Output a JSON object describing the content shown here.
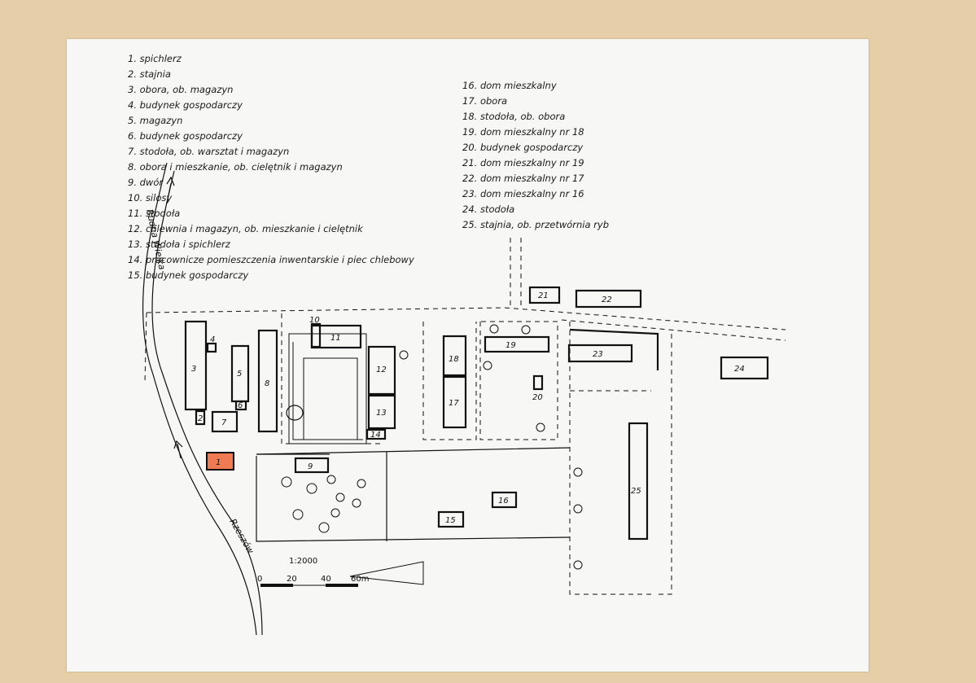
{
  "legend_left": [
    "1. spichlerz",
    "2. stajnia",
    "3. obora, ob. magazyn",
    "4. budynek gospodarczy",
    "5. magazyn",
    "6. budynek gospodarczy",
    "7. stodoła, ob. warsztat i magazyn",
    "8. obora i mieszkanie, ob. cielętnik i magazyn",
    "9. dwór",
    "10. silosy",
    "11. stodoła",
    "12. chlewnia i magazyn, ob. mieszkanie i cielętnik",
    "13. stodoła i spichlerz",
    "14. pracownicze pomieszczenia inwentarskie i piec chlebowy",
    "15. budynek gospodarczy"
  ],
  "legend_right": [
    "16. dom mieszkalny",
    "17. obora",
    "18. stodoła, ob. obora",
    "19. dom mieszkalny nr 18",
    "20. budynek gospodarczy",
    "21. dom mieszkalny nr 19",
    "22. dom mieszkalny nr 17",
    "23. dom mieszkalny nr 16",
    "24. stodoła",
    "25. stajnia, ob. przetwórnia ryb"
  ],
  "buildings": [
    "1",
    "2",
    "3",
    "4",
    "5",
    "6",
    "7",
    "8",
    "9",
    "10",
    "11",
    "12",
    "13",
    "14",
    "15",
    "16",
    "17",
    "18",
    "19",
    "20",
    "21",
    "22",
    "23",
    "24",
    "25"
  ],
  "roads": {
    "north": "Rudna Wielka",
    "south": "Rzeszów"
  },
  "scale": {
    "ratio": "1:2000",
    "ticks": [
      "0",
      "20",
      "40",
      "60m"
    ]
  },
  "highlight_color": "#f07a52"
}
